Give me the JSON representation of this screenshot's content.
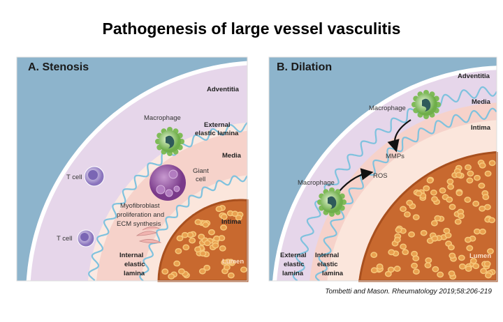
{
  "title": "Pathogenesis of large vessel vasculitis",
  "panel_a": {
    "title": "A. Stenosis",
    "labels": {
      "adventitia": "Adventitia",
      "macrophage": "Macrophage",
      "external_elastic_lamina": [
        "External",
        "elastic lamina"
      ],
      "media": "Media",
      "t_cell_1": "T cell",
      "giant_cell": [
        "Giant",
        "cell"
      ],
      "myofibroblast": [
        "Myofibroblast",
        "proliferation and",
        "ECM synthesis"
      ],
      "intima": "Intima",
      "t_cell_2": "T cell",
      "internal_elastic_lamina": [
        "Internal",
        "elastic",
        "lamina"
      ],
      "lumen": "Lumen"
    }
  },
  "panel_b": {
    "title": "B. Dilation",
    "labels": {
      "adventitia": "Adventitia",
      "macrophage_1": "Macrophage",
      "media": "Media",
      "intima": "Intima",
      "mmps": "MMPs",
      "ros": "ROS",
      "macrophage_2": "Macrophage",
      "external_elastic_lamina": [
        "External",
        "elastic",
        "lamina"
      ],
      "internal_elastic_lamina": [
        "Internal",
        "elastic",
        "lamina"
      ],
      "lumen": "Lumen"
    }
  },
  "citation": "Tombetti and Mason. Rheumatology 2019;58:206-219",
  "colors": {
    "background_blue": "#8db4cc",
    "adventitia": "#e6d6ea",
    "media": "#f6d2ca",
    "intima": "#fbe6dc",
    "lumen": "#c8692f",
    "elastic_lamina": "#7fc2de",
    "macrophage": "#8fc56a",
    "t_cell": "#9b86c6",
    "giant_cell": "#8e4a9c"
  }
}
